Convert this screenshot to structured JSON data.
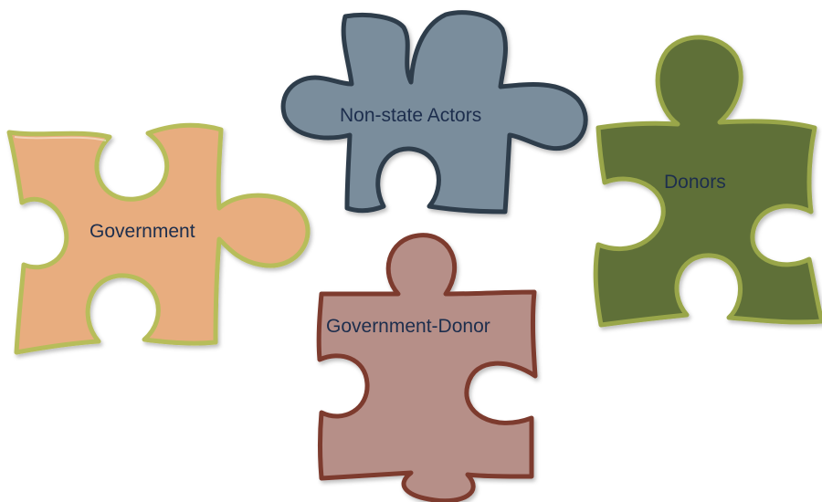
{
  "pieces": {
    "government": {
      "label": "Government",
      "fill": "#e8ad7f",
      "outline": "#b7bd5a"
    },
    "non_state_actors": {
      "label": "Non-state Actors",
      "fill": "#7a8d9c",
      "outline": "#2f3d4c"
    },
    "donors": {
      "label": "Donors",
      "fill": "#5f7039",
      "outline": "#99a64a"
    },
    "government_donor": {
      "label": "Government-Donor",
      "fill": "#b68f88",
      "outline": "#7d3a2e"
    }
  }
}
